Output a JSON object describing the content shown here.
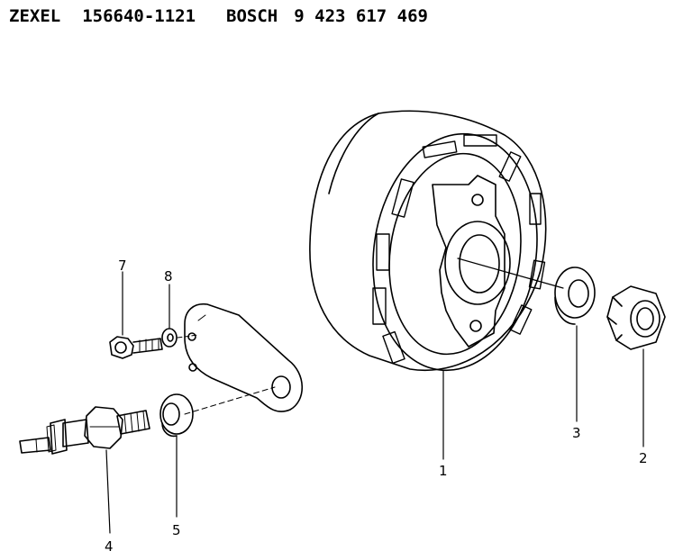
{
  "header": {
    "brand1": "ZEXEL",
    "code1": "156640-1121",
    "brand2": "BOSCH",
    "code2": "9 423 617 469"
  },
  "parts": [
    {
      "id": "part-1",
      "label": "1"
    },
    {
      "id": "part-2",
      "label": "2"
    },
    {
      "id": "part-3",
      "label": "3"
    },
    {
      "id": "part-4",
      "label": "4"
    },
    {
      "id": "part-5",
      "label": "5"
    },
    {
      "id": "part-7",
      "label": "7"
    },
    {
      "id": "part-8",
      "label": "8"
    }
  ]
}
